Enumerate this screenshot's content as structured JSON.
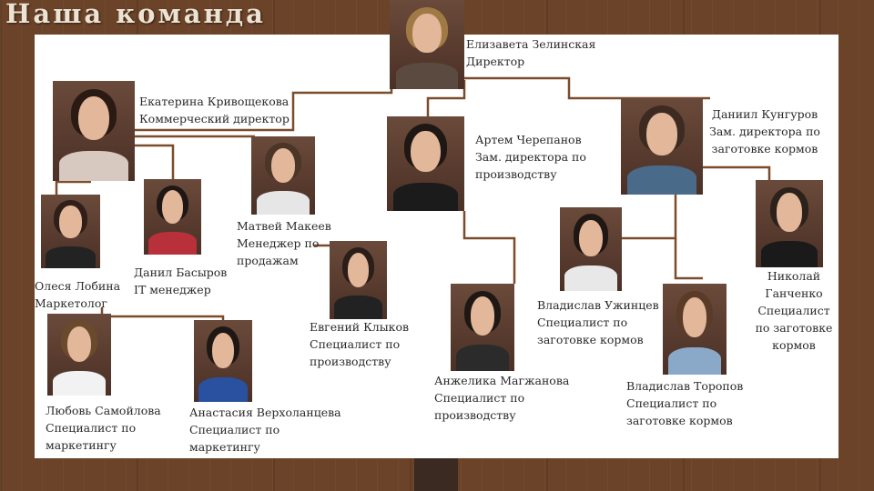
{
  "title": "Наша команда",
  "members": [
    {
      "id": "zelinskaya",
      "text": "Елизавета Зелинская\nДиректор",
      "hair": "#a07a45",
      "shirt": "#5b4a3f"
    },
    {
      "id": "krivoshchekova",
      "text": "Екатерина Кривощекова\nКоммерческий директор",
      "hair": "#2a1a14",
      "shirt": "#d7c8c0"
    },
    {
      "id": "makeev",
      "text": "Матвей Макеев\nМенеджер по\nпродажам",
      "hair": "#4a3526",
      "shirt": "#e6e6e6"
    },
    {
      "id": "cherepanov",
      "text": "Артем Черепанов\n Зам. директора по\nпроизводству",
      "hair": "#1e1714",
      "shirt": "#1b1b1b"
    },
    {
      "id": "kungurov",
      "text": "Даниил Кунгуров\nЗам. директора по\nзаготовке кормов",
      "hair": "#3d2a20",
      "shirt": "#4a6a8a"
    },
    {
      "id": "lobina",
      "text": "Олеся Лобина\nМаркетолог",
      "hair": "#2f1f18",
      "shirt": "#232323"
    },
    {
      "id": "basyrov",
      "text": "Данил Басыров\nIT менеджер",
      "hair": "#1e1714",
      "shirt": "#b8303a"
    },
    {
      "id": "klykov",
      "text": "Евгений Клыков\nСпециалист по\nпроизводству",
      "hair": "#2a1e18",
      "shirt": "#222222"
    },
    {
      "id": "ganchenko",
      "text": "Николай\nГанченко\nСпециалист\nпо заготовке\nкормов",
      "hair": "#2c211b",
      "shirt": "#1a1a1a"
    },
    {
      "id": "uzhintsev",
      "text": "Владислав Ужинцев\nСпециалист по\nзаготовке кормов",
      "hair": "#1e1714",
      "shirt": "#e8e8e8"
    },
    {
      "id": "magzhanova",
      "text": "Анжелика Магжанова\nСпециалист по\nпроизводству",
      "hair": "#1e1714",
      "shirt": "#2b2b2b"
    },
    {
      "id": "toropov",
      "text": "Владислав Торопов\nСпециалист по\nзаготовке кормов",
      "hair": "#5a3b27",
      "shirt": "#8aa9c9"
    },
    {
      "id": "samoylova",
      "text": "Любовь Самойлова\nСпециалист по\nмаркетингу",
      "hair": "#6a4a2c",
      "shirt": "#f2f2f2"
    },
    {
      "id": "verkholantseva",
      "text": "Анастасия Верхоланцева\nСпециалист по\nмаркетингу",
      "hair": "#1e1714",
      "shirt": "#2a50a0"
    }
  ]
}
